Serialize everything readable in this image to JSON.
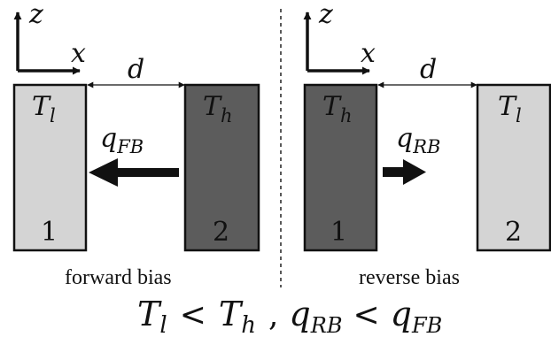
{
  "axes": {
    "z": "z",
    "x": "x"
  },
  "left_panel": {
    "gap_label": "d",
    "plate1": {
      "temp_main": "T",
      "temp_sub": "l",
      "number": "1",
      "fill": "#d4d4d4"
    },
    "plate2": {
      "temp_main": "T",
      "temp_sub": "h",
      "number": "2",
      "fill": "#5c5c5c"
    },
    "flux_main": "q",
    "flux_sub": "FB",
    "caption": "forward bias"
  },
  "right_panel": {
    "gap_label": "d",
    "plate1": {
      "temp_main": "T",
      "temp_sub": "h",
      "number": "1",
      "fill": "#5c5c5c"
    },
    "plate2": {
      "temp_main": "T",
      "temp_sub": "l",
      "number": "2",
      "fill": "#d4d4d4"
    },
    "flux_main": "q",
    "flux_sub": "RB",
    "caption": "reverse bias"
  },
  "relation": {
    "t1_main": "T",
    "t1_sub": "l",
    "lt1": "<",
    "t2_main": "T",
    "t2_sub": "h",
    "sep": ",",
    "q1_main": "q",
    "q1_sub": "RB",
    "lt2": "<",
    "q2_main": "q",
    "q2_sub": "FB"
  }
}
